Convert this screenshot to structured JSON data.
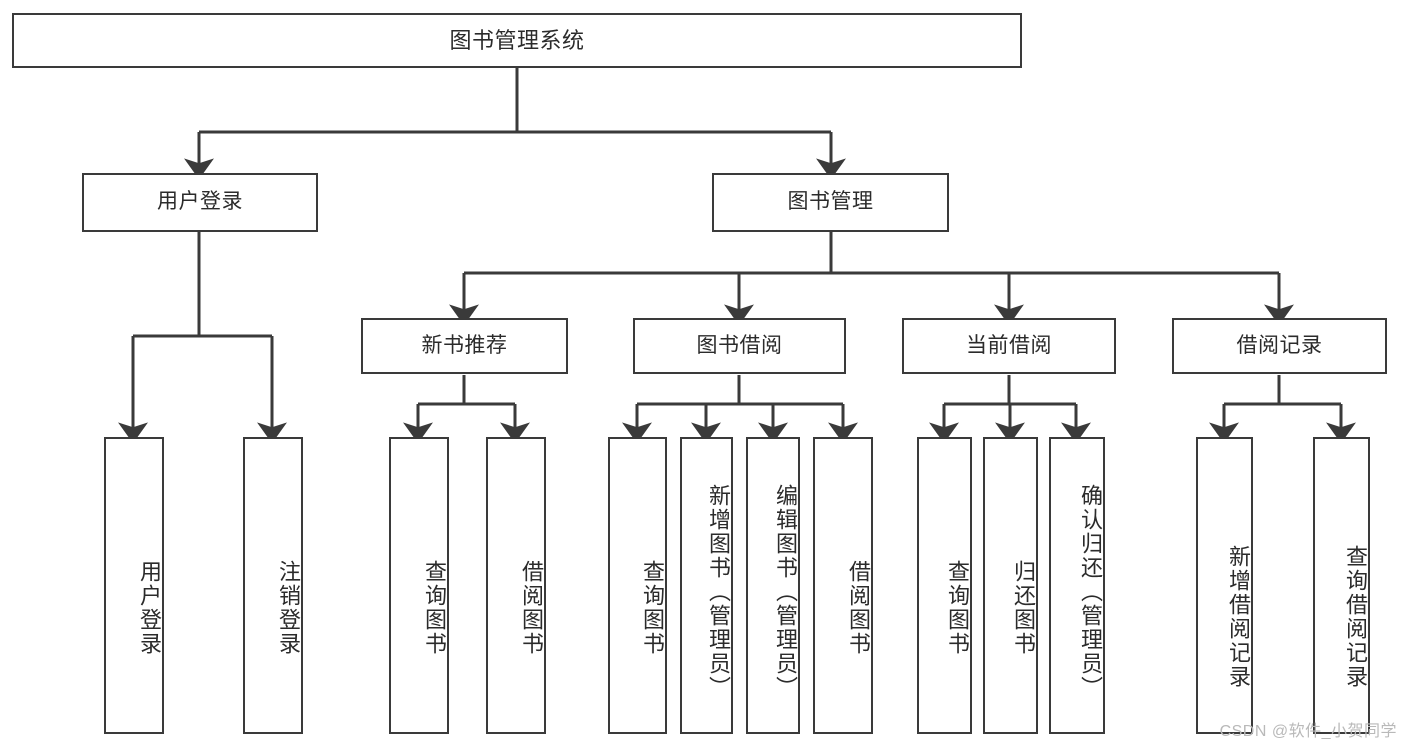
{
  "diagram": {
    "type": "tree-hierarchy",
    "title": "图书管理系统",
    "root": {
      "label": "图书管理系统"
    },
    "level2": [
      {
        "id": "user-login",
        "label": "用户登录"
      },
      {
        "id": "book-manage",
        "label": "图书管理"
      }
    ],
    "level3": [
      {
        "id": "new-book-recommend",
        "label": "新书推荐",
        "parent": "book-manage"
      },
      {
        "id": "book-borrow",
        "label": "图书借阅",
        "parent": "book-manage"
      },
      {
        "id": "current-borrow",
        "label": "当前借阅",
        "parent": "book-manage"
      },
      {
        "id": "borrow-record",
        "label": "借阅记录",
        "parent": "book-manage"
      }
    ],
    "leaves": [
      {
        "id": "leaf-user-login",
        "label": "用户登录",
        "parent": "user-login"
      },
      {
        "id": "leaf-logout-login",
        "label": "注销登录",
        "parent": "user-login"
      },
      {
        "id": "leaf-query-book-1",
        "label": "查询图书",
        "parent": "new-book-recommend"
      },
      {
        "id": "leaf-borrow-book-1",
        "label": "借阅图书",
        "parent": "new-book-recommend"
      },
      {
        "id": "leaf-query-book-2",
        "label": "查询图书",
        "parent": "book-borrow"
      },
      {
        "id": "leaf-add-book",
        "label": "新增图书（管理员）",
        "parent": "book-borrow"
      },
      {
        "id": "leaf-edit-book",
        "label": "编辑图书（管理员）",
        "parent": "book-borrow"
      },
      {
        "id": "leaf-borrow-book-2",
        "label": "借阅图书",
        "parent": "book-borrow"
      },
      {
        "id": "leaf-query-book-3",
        "label": "查询图书",
        "parent": "current-borrow"
      },
      {
        "id": "leaf-return-book",
        "label": "归还图书",
        "parent": "current-borrow"
      },
      {
        "id": "leaf-confirm-return",
        "label": "确认归还（管理员）",
        "parent": "current-borrow"
      },
      {
        "id": "leaf-add-record",
        "label": "新增借阅记录",
        "parent": "borrow-record"
      },
      {
        "id": "leaf-query-record",
        "label": "查询借阅记录",
        "parent": "borrow-record"
      }
    ],
    "watermark": "CSDN @软件_小贺同学",
    "colors": {
      "stroke": "#3a3a3a",
      "text": "#2b2b2b",
      "background": "#ffffff",
      "watermark": "#b9b9b9"
    }
  }
}
